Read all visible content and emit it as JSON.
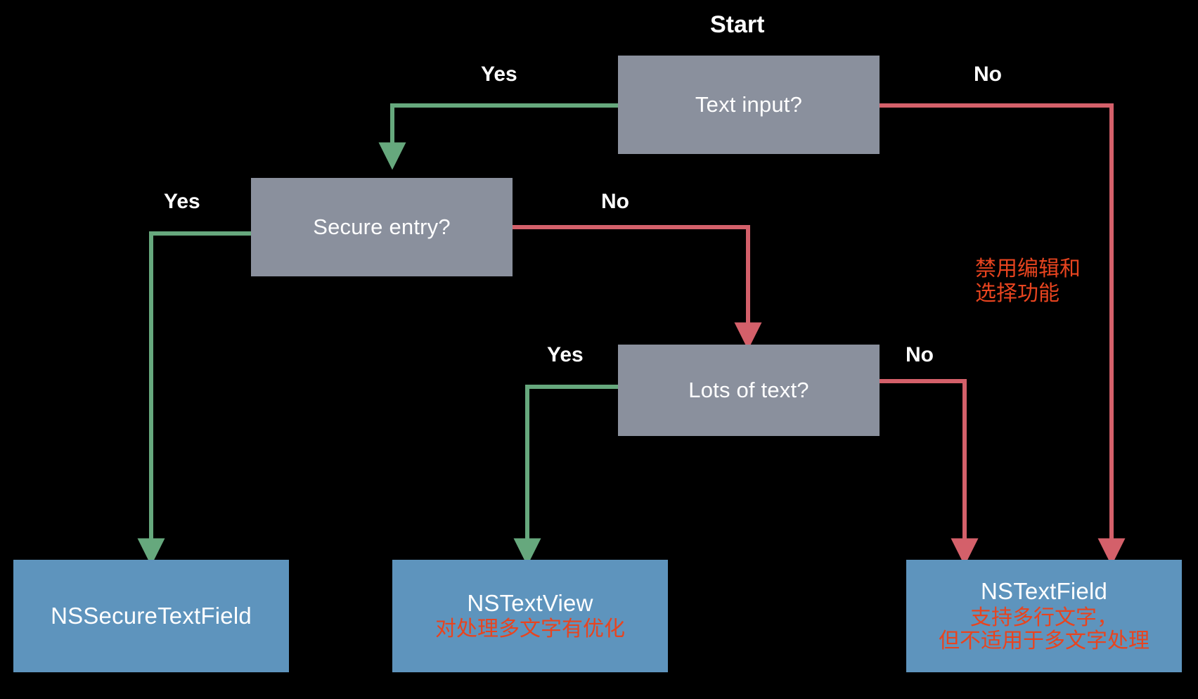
{
  "diagram": {
    "title": "Start",
    "background_color": "#000000",
    "colors": {
      "decision_box": "#8a909d",
      "terminal_box": "#5e94bd",
      "yes_edge": "#66a87d",
      "no_edge": "#d4606a",
      "annotation_text": "#e8441f",
      "node_text": "#ffffff"
    },
    "nodes": [
      {
        "id": "text_input",
        "type": "decision",
        "label": "Text input?"
      },
      {
        "id": "secure_entry",
        "type": "decision",
        "label": "Secure entry?"
      },
      {
        "id": "lots_of_text",
        "type": "decision",
        "label": "Lots of text?"
      },
      {
        "id": "ns_secure_text_field",
        "type": "terminal",
        "label": "NSSecureTextField",
        "note": ""
      },
      {
        "id": "ns_text_view",
        "type": "terminal",
        "label": "NSTextView",
        "note": "对处理多文字有优化"
      },
      {
        "id": "ns_text_field",
        "type": "terminal",
        "label": "NSTextField",
        "note": "支持多行文字，\n但不适用于多文字处理"
      }
    ],
    "edge_labels": {
      "text_input_yes": "Yes",
      "text_input_no": "No",
      "secure_entry_yes": "Yes",
      "secure_entry_no": "No",
      "lots_of_text_yes": "Yes",
      "lots_of_text_no": "No"
    },
    "annotations": {
      "disable_edit_select": "禁用编辑和\n选择功能"
    }
  }
}
